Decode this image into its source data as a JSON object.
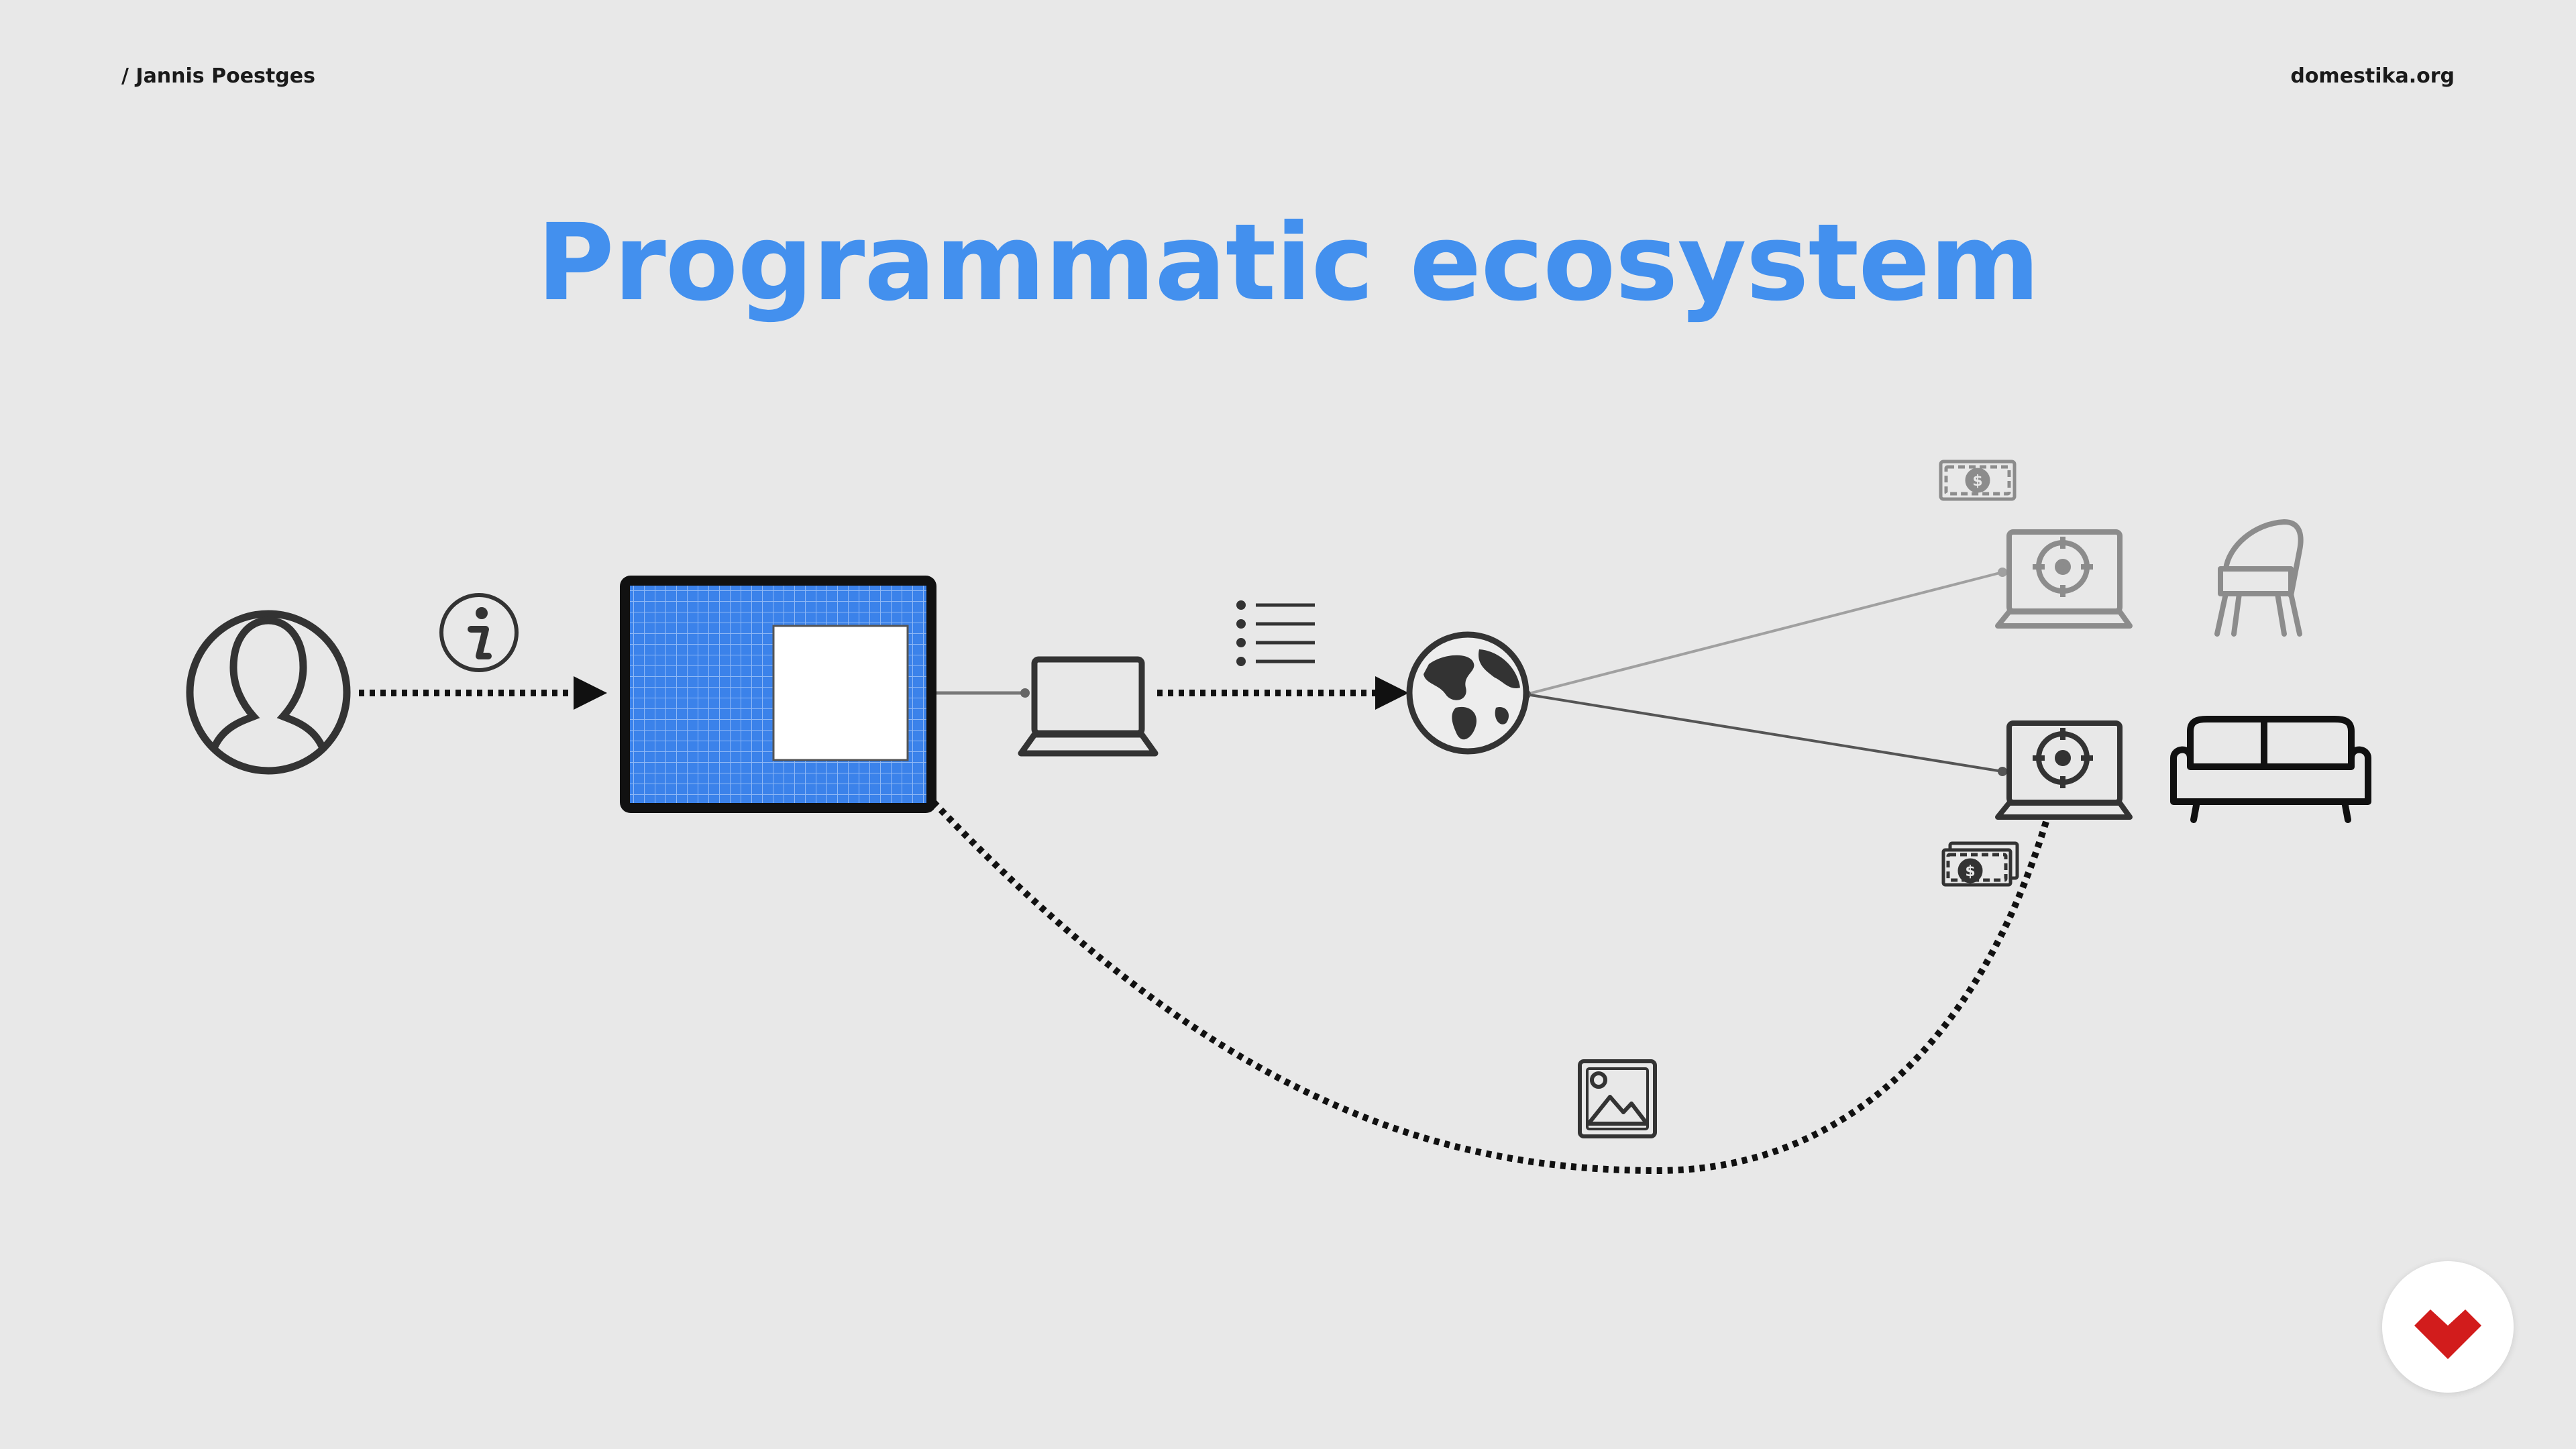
{
  "header": {
    "author": "/ Jannis Poestges",
    "site": "domestika.org"
  },
  "title": "Programmatic ecosystem",
  "colors": {
    "accent": "#4390ee",
    "screen_blue": "#3b82ea",
    "dark": "#333333",
    "grey": "#8c8c8c",
    "logo_red": "#d21c1c"
  },
  "icons": [
    "user-icon",
    "info-icon",
    "website-screen-icon",
    "ad-slot-icon",
    "laptop-icon",
    "list-icon",
    "globe-icon",
    "money-icon",
    "target-laptop-icon",
    "chair-icon",
    "sofa-icon",
    "image-icon",
    "domestika-logo-icon"
  ]
}
